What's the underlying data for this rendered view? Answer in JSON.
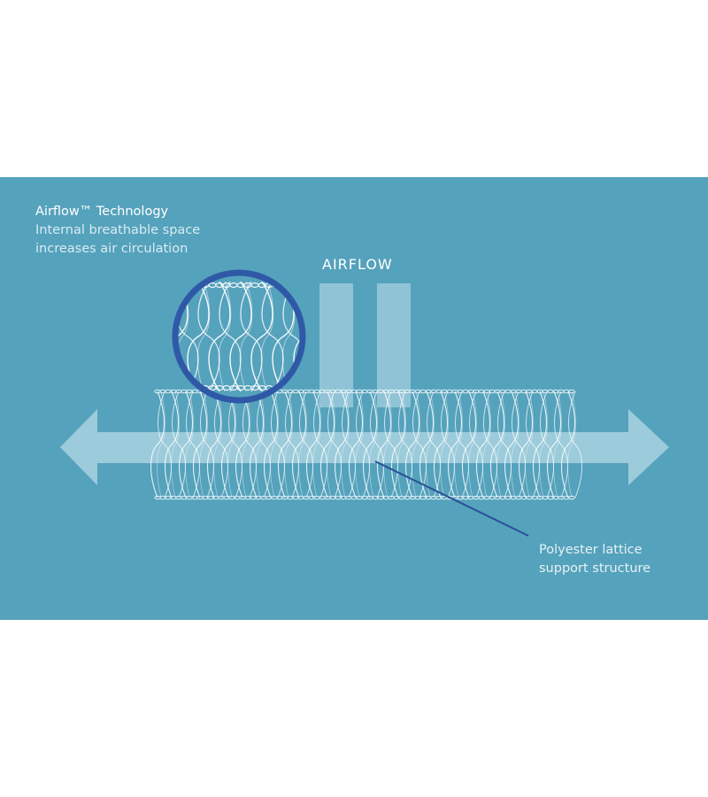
{
  "header": {
    "title": "Airflow™ Technology",
    "subtitle_line1": "Internal breathable space",
    "subtitle_line2": "increases air circulation"
  },
  "airflow_label": "AIRFLOW",
  "callout": {
    "line1": "Polyester lattice",
    "line2": "support structure"
  },
  "colors": {
    "background": "#55a2bc",
    "arrow": "#a9d2e1",
    "zoom_ring": "#2f59a7",
    "leader_line": "#2b4f94",
    "lattice": "#ffffff"
  },
  "icons": [
    "double-headed-arrow-icon",
    "magnifier-circle-icon"
  ]
}
